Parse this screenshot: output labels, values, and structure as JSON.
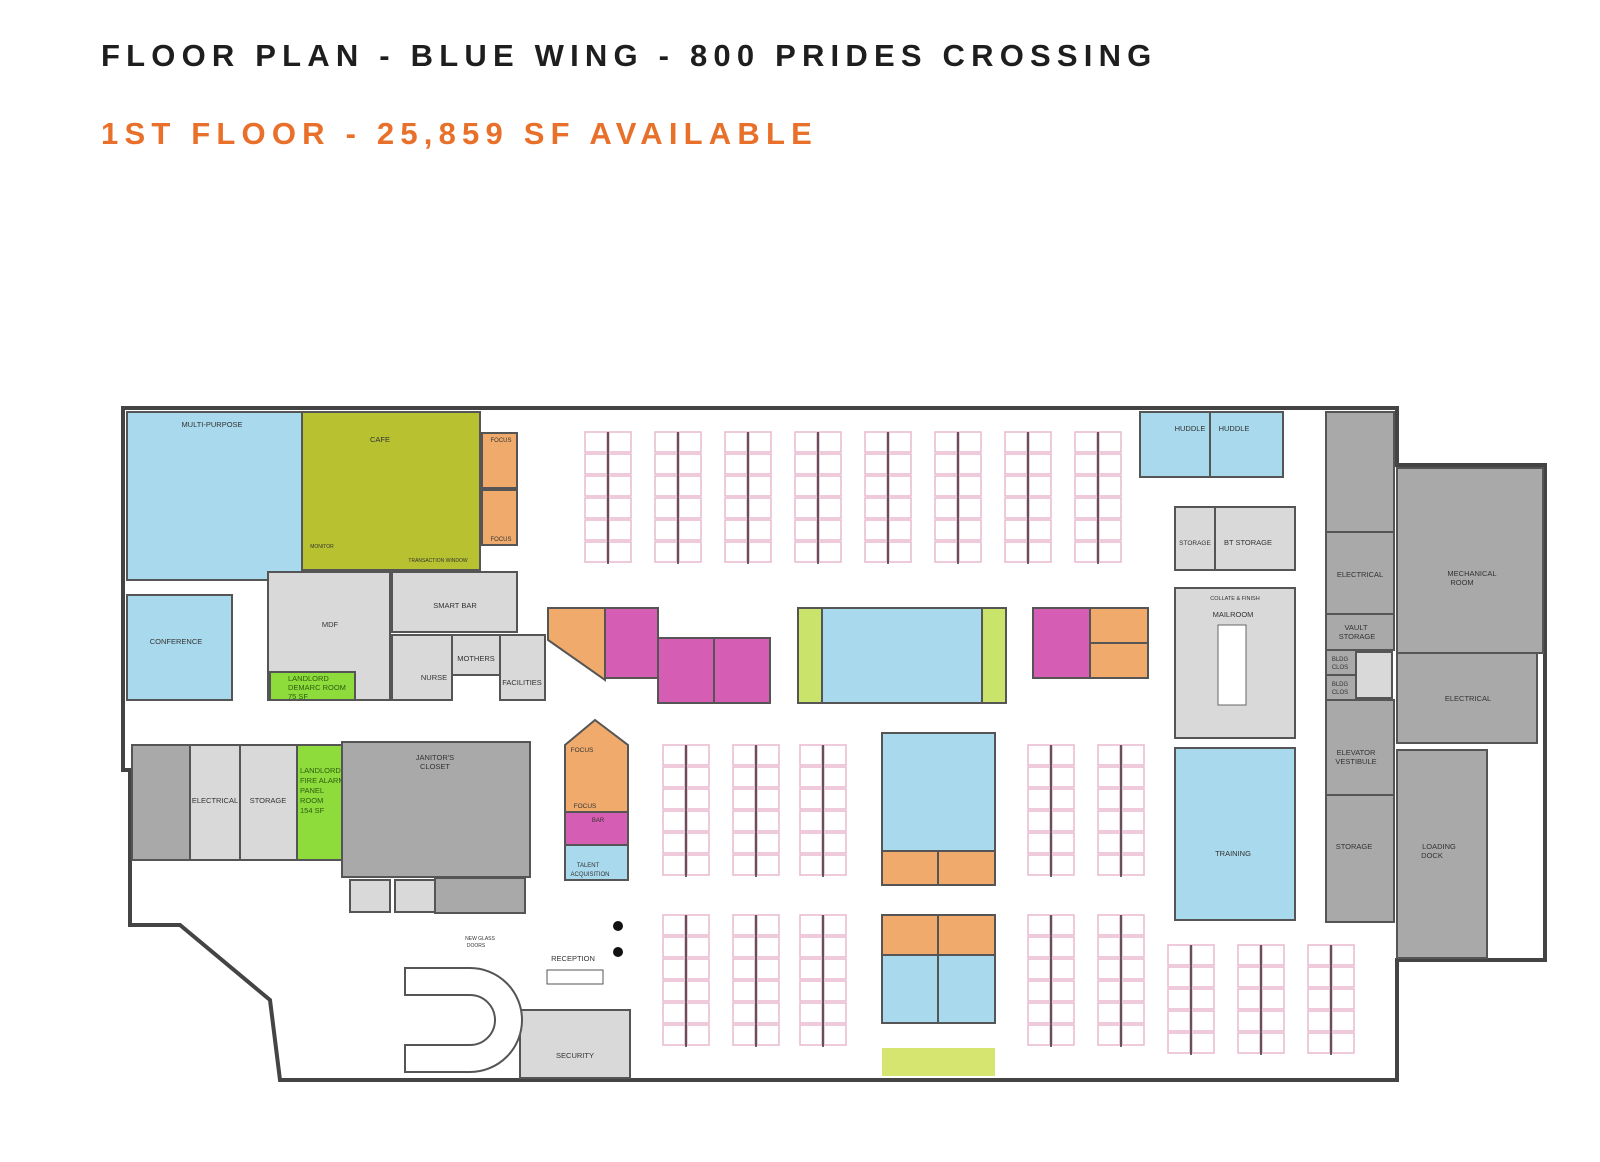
{
  "header": {
    "title": "FLOOR PLAN - BLUE WING - 800 PRIDES CROSSING",
    "subtitle": "1ST FLOOR - 25,859 SF AVAILABLE"
  },
  "colors": {
    "title": "#1e1e1e",
    "subtitle": "#e8702a",
    "meeting_blue": "#a9d9ec",
    "cafe_olive": "#b8c231",
    "focus_orange": "#f0ab6c",
    "magenta": "#d65db4",
    "landlord_green": "#8ddc3c",
    "service_gray": "#a9a9a9",
    "support_lightgray": "#d9d9d9",
    "workstation_pink": "#e8b8cf"
  },
  "rooms": {
    "multi_purpose": "MULTI-PURPOSE",
    "cafe": "CAFE",
    "focus": "FOCUS",
    "conference": "CONFERENCE",
    "mdf": "MDF",
    "landlord_demarc": [
      "LANDLORD",
      "DEMARC ROOM",
      "75 SF"
    ],
    "smart_bar": "SMART BAR",
    "nurse": "NURSE",
    "mothers": "MOTHERS",
    "facilities": "FACILITIES",
    "transaction_window": "TRANSACTION WINDOW",
    "monitor": "MONITOR",
    "electrical": "ELECTRICAL",
    "storage": "STORAGE",
    "landlord_fire_alarm": [
      "LANDLORD",
      "FIRE ALARM",
      "PANEL",
      "ROOM",
      "154 SF"
    ],
    "janitors_closet": [
      "JANITOR'S",
      "CLOSET"
    ],
    "bar": "BAR",
    "talent_acquisition": [
      "TALENT",
      "ACQUISITION"
    ],
    "new_glass_doors": [
      "NEW GLASS",
      "DOORS"
    ],
    "reception": "RECEPTION",
    "security": "SECURITY",
    "huddle": "HUDDLE",
    "bt_storage": "BT STORAGE",
    "collate_finish": "COLLATE & FINISH",
    "mailroom": "MAILROOM",
    "training": "TRAINING",
    "mechanical_room": [
      "MECHANICAL",
      "ROOM"
    ],
    "vault_storage": [
      "VAULT",
      "STORAGE"
    ],
    "bldg_clos": [
      "BLDG",
      "CLOS"
    ],
    "elevator_vestibule": [
      "ELEVATOR",
      "VESTIBULE"
    ],
    "loading_dock": [
      "LOADING",
      "DOCK"
    ]
  }
}
